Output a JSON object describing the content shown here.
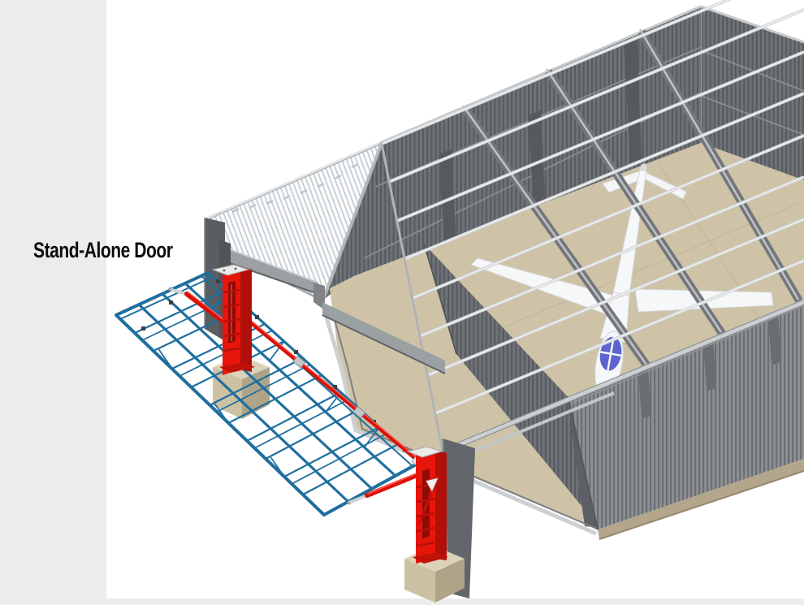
{
  "label": {
    "text": "Stand-Alone Door"
  },
  "colors": {
    "margin": "#ececec",
    "wall_dark_base": "#6f7377",
    "wall_dark_rib": "#565a5e",
    "wall_mid_base": "#8d9194",
    "wall_mid_rib": "#6b6f73",
    "sheeting_base": "#fbfcfd",
    "sheeting_rib": "#c7cbce",
    "floor": "#cec2a7",
    "frame_blue": "#1e6f9f",
    "column_red": "#e8150b",
    "column_red_dark": "#b01009",
    "cylinder_red": "#dd1008",
    "footing_top": "#dcd2b8",
    "footing_left": "#cdc1a4",
    "footing_right": "#b0a488",
    "steel_dark": "#5d6165",
    "steel_light": "#cdd0d2",
    "plane_body": "#f6f7f8",
    "plane_canopy": "#5d64cf"
  },
  "parts": {
    "building": "hangar-building",
    "door": "stand-alone-door-assembly",
    "aircraft": "aircraft"
  }
}
